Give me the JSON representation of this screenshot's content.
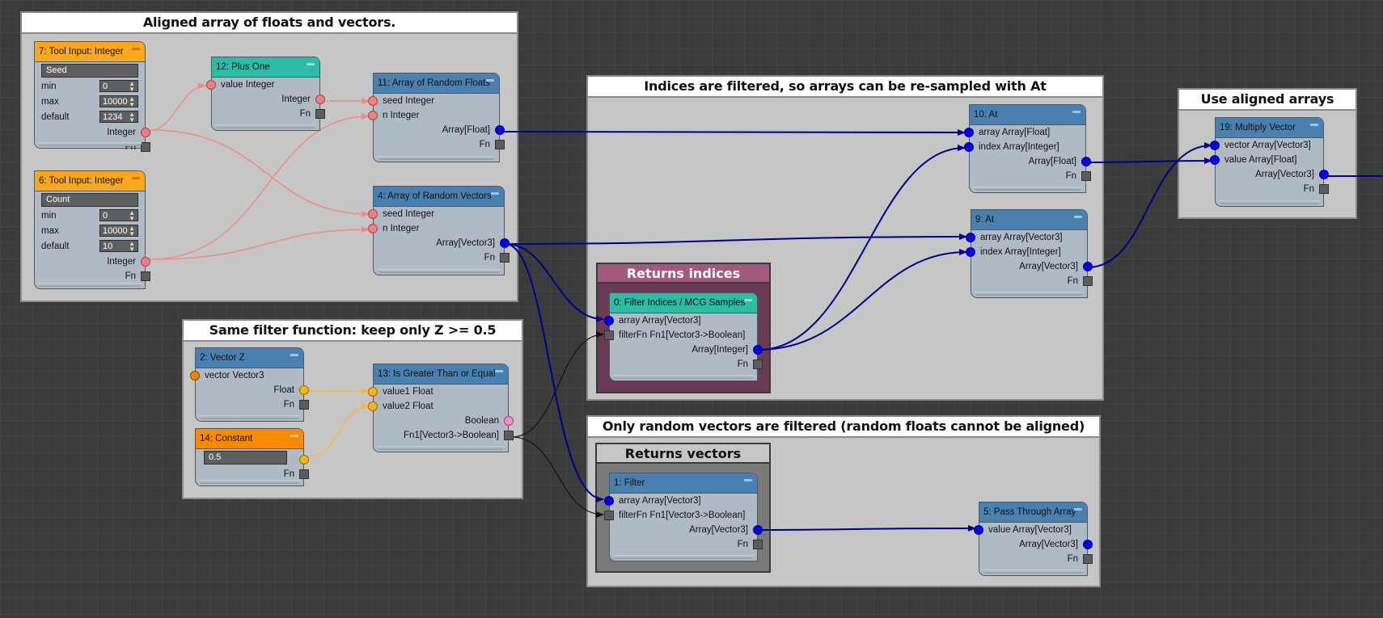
{
  "groups": [
    {
      "id": "g1",
      "title": "Aligned array of floats and vectors."
    },
    {
      "id": "g2",
      "title": "Same filter function: keep only Z >= 0.5"
    },
    {
      "id": "g3",
      "title": "Indices are filtered, so arrays can be re-sampled with At"
    },
    {
      "id": "g4",
      "title": "Only random vectors are filtered (random floats cannot be aligned)"
    },
    {
      "id": "g5",
      "title": "Use aligned arrays"
    }
  ],
  "subgroups": [
    {
      "id": "s1",
      "title": "Returns indices",
      "color": "#a3597e"
    },
    {
      "id": "s2",
      "title": "Returns vectors",
      "color": "#c6c6c6"
    }
  ],
  "nodes": {
    "n7": {
      "title": "7: Tool Input: Integer",
      "name_field": "Seed",
      "params": [
        {
          "label": "min",
          "value": "0"
        },
        {
          "label": "max",
          "value": "10000"
        },
        {
          "label": "default",
          "value": "1234"
        }
      ],
      "outputs": [
        "Integer",
        "Fn"
      ]
    },
    "n6": {
      "title": "6: Tool Input: Integer",
      "name_field": "Count",
      "params": [
        {
          "label": "min",
          "value": "0"
        },
        {
          "label": "max",
          "value": "10000"
        },
        {
          "label": "default",
          "value": "10"
        }
      ],
      "outputs": [
        "Integer",
        "Fn"
      ]
    },
    "n12": {
      "title": "12: Plus One",
      "inputs": [
        "value Integer"
      ],
      "outputs": [
        "Integer",
        "Fn"
      ]
    },
    "n11": {
      "title": "11: Array of Random Floats",
      "inputs": [
        "seed Integer",
        "n Integer"
      ],
      "outputs": [
        "Array[Float]",
        "Fn"
      ]
    },
    "n4": {
      "title": "4: Array of Random Vectors",
      "inputs": [
        "seed Integer",
        "n Integer"
      ],
      "outputs": [
        "Array[Vector3]",
        "Fn"
      ]
    },
    "n2": {
      "title": "2: Vector Z",
      "inputs": [
        "vector Vector3"
      ],
      "outputs": [
        "Float",
        "Fn"
      ]
    },
    "n14": {
      "title": "14: Constant",
      "value": "0.5",
      "outputs": [
        "Fn"
      ]
    },
    "n13": {
      "title": "13: Is Greater Than or Equal",
      "inputs": [
        "value1 Float",
        "value2 Float"
      ],
      "outputs": [
        "Boolean",
        "Fn1[Vector3->Boolean]"
      ]
    },
    "n0": {
      "title": "0: Filter Indices / MCG Samples",
      "inputs": [
        "array Array[Vector3]",
        "filterFn Fn1[Vector3->Boolean]"
      ],
      "outputs": [
        "Array[Integer]",
        "Fn"
      ]
    },
    "n1": {
      "title": "1: Filter",
      "inputs": [
        "array Array[Vector3]",
        "filterFn Fn1[Vector3->Boolean]"
      ],
      "outputs": [
        "Array[Vector3]",
        "Fn"
      ]
    },
    "n10": {
      "title": "10: At",
      "inputs": [
        "array Array[Float]",
        "index Array[Integer]"
      ],
      "outputs": [
        "Array[Float]",
        "Fn"
      ]
    },
    "n9": {
      "title": "9: At",
      "inputs": [
        "array Array[Vector3]",
        "index Array[Integer]"
      ],
      "outputs": [
        "Array[Vector3]",
        "Fn"
      ]
    },
    "n5": {
      "title": "5: Pass Through Array",
      "inputs": [
        "value Array[Vector3]"
      ],
      "outputs": [
        "Array[Vector3]",
        "Fn"
      ]
    },
    "n19": {
      "title": "19: Multiply Vector",
      "inputs": [
        "vector Array[Vector3]",
        "value Array[Float]"
      ],
      "outputs": [
        "Array[Vector3]",
        "Fn"
      ]
    }
  },
  "colors": {
    "tool_input_header": "#fba81c",
    "function_header": "#4a80b0",
    "teal_header": "#2dbda6",
    "constant_header": "#f88a00",
    "integer_wire": "#f28a8a",
    "array_wire": "#00008c",
    "float_wire": "#f7b83a",
    "fn_wire": "#111111"
  }
}
